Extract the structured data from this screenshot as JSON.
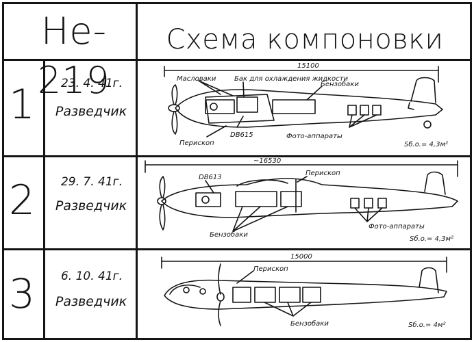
{
  "header": {
    "model": "He-219",
    "scheme_title": "Схема компоновки"
  },
  "variants": [
    {
      "number": "1",
      "date": "23. 4. 41г.",
      "role": "Разведчик",
      "span_label": "15100",
      "labels": {
        "oil_tanks": "Масловаки",
        "coolant_tank": "Бак для охлаждения жидкости",
        "fuel_tanks": "Бензобаки",
        "periscope": "Перископ",
        "engine": "DB615",
        "cameras": "Фото-аппараты",
        "area": "Sб.о.= 4,3м²"
      }
    },
    {
      "number": "2",
      "date": "29. 7. 41г.",
      "role": "Разведчик",
      "span_label": "~16530",
      "labels": {
        "engine": "DB613",
        "periscope": "Перископ",
        "fuel_tanks": "Бензобаки",
        "cameras": "Фото-аппараты",
        "area": "Sб.о.= 4,3м²"
      }
    },
    {
      "number": "3",
      "date": "6. 10. 41г.",
      "role": "Разведчик",
      "span_label": "15000",
      "labels": {
        "periscope": "Перископ",
        "fuel_tanks": "Бензобаки",
        "area": "Sб.о.= 4м²"
      }
    }
  ]
}
